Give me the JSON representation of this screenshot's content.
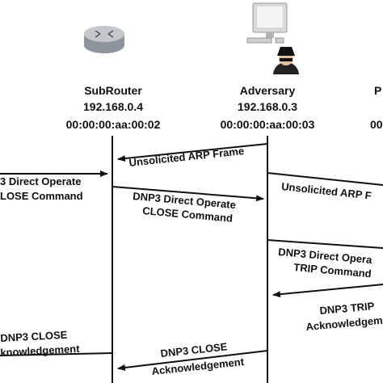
{
  "entities": [
    {
      "name": "SubRouter",
      "ip": "192.168.0.4",
      "mac": "00:00:00:aa:00:02",
      "icon": "router-icon"
    },
    {
      "name": "Adversary",
      "ip": "192.168.0.3",
      "mac": "00:00:00:aa:00:03",
      "icon": "adversary-computer-icon"
    },
    {
      "name": "P",
      "mac": "00",
      "icon": ""
    }
  ],
  "messages": {
    "left_in_1": "3 Direct Operate",
    "left_in_2": "LOSE Command",
    "arp_1": "Unsolicited ARP Frame",
    "dnp_close_1": "DNP3 Direct Operate",
    "dnp_close_2": "CLOSE Command",
    "arp_2": "Unsolicited ARP F",
    "dnp_trip_1": "DNP3 Direct Opera",
    "dnp_trip_2": "TRIP Command",
    "trip_ack_1": "DNP3 TRIP",
    "trip_ack_2": "Acknowledgeme",
    "ack_left_1": "DNP3 CLOSE",
    "ack_left_2": "knowledgement",
    "ack_mid_1": "DNP3 CLOSE",
    "ack_mid_2": "Acknowledgement"
  },
  "colors": {
    "line": "#111111",
    "router_body": "#a7adb3",
    "monitor": "#e4e4e4"
  }
}
